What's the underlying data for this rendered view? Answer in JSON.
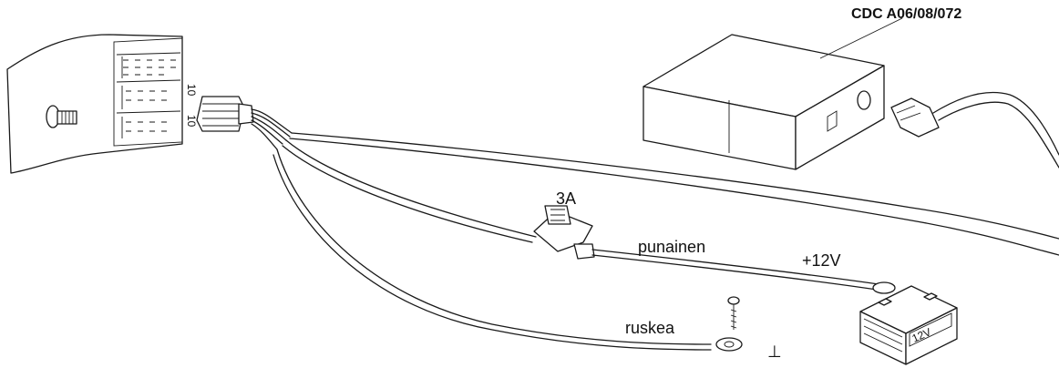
{
  "device_label": "CDC A06/08/072",
  "fuse_label": "3A",
  "positive_wire_label": "punainen",
  "positive_voltage_label": "+12V",
  "ground_wire_label": "ruskea",
  "ground_symbol": "⊥",
  "battery_label": "12V",
  "connector_pin_labels": [
    "10",
    "10"
  ]
}
